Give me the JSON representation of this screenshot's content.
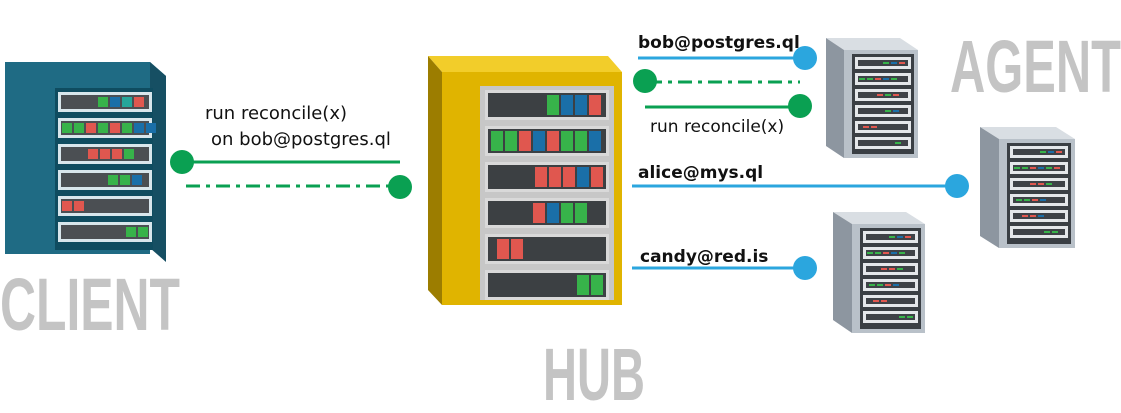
{
  "labels": {
    "client": "CLIENT",
    "hub": "HUB",
    "agent": "AGENT"
  },
  "messages": {
    "request_line1": "run reconcile(x)",
    "request_line2": "on bob@postgres.ql",
    "agent_forward": "run reconcile(x)"
  },
  "agents": [
    {
      "name": "bob@postgres.ql"
    },
    {
      "name": "alice@mys.ql"
    },
    {
      "name": "candy@red.is"
    }
  ],
  "colors": {
    "label_gray": "#c4c4c4",
    "green_line": "#0aa052",
    "blue_line": "#2ba6de",
    "client_front": "#1f6b84",
    "client_side": "#164f63",
    "client_top": "#2f8aa6",
    "hub_front": "#e0b400",
    "hub_side": "#9c7d00",
    "hub_top": "#f2cd2a",
    "agent_front": "#b9c1c9",
    "agent_side": "#8d96a0",
    "agent_top": "#d9dee3"
  },
  "icons": {
    "client_server": "server-rack-icon",
    "hub_server": "server-rack-icon",
    "agent_server": "server-rack-icon"
  }
}
